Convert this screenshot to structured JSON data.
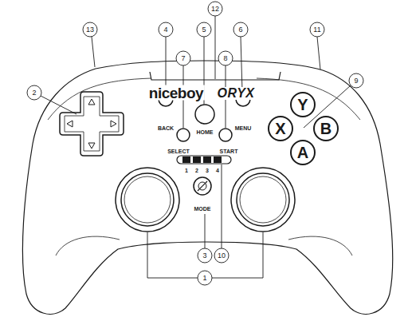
{
  "diagram": {
    "nodes": [
      {
        "text": [
          "Y"
        ]
      },
      {
        "text": [
          "X"
        ]
      },
      {
        "text": [
          "B"
        ]
      },
      {
        "text": [
          "A"
        ]
      }
    ],
    "labels": [
      "13",
      "4",
      "5",
      "12",
      "6",
      "11",
      "7",
      "8",
      "9",
      "2",
      "niceboy",
      "ORYX",
      "BACK",
      "HOME",
      "MENU",
      "SELECT",
      "START",
      "1",
      "2",
      "3",
      "4",
      "MODE",
      "3",
      "10",
      "1"
    ]
  }
}
